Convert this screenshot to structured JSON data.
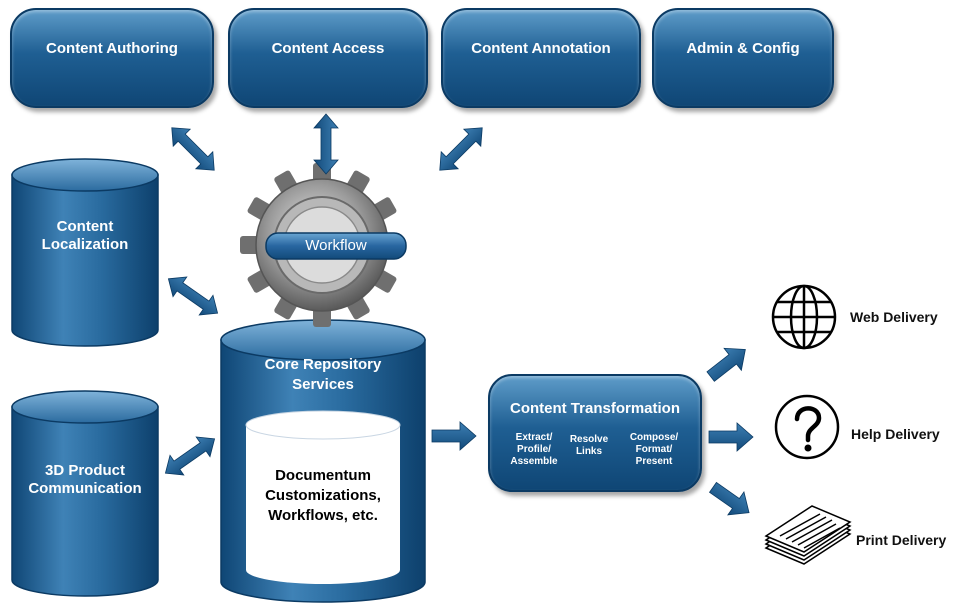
{
  "top_boxes": {
    "authoring": "Content Authoring",
    "access": "Content Access",
    "annotation": "Content Annotation",
    "admin": "Admin & Config"
  },
  "workflow_label": "Workflow",
  "localization": {
    "line1": "Content",
    "line2": "Localization"
  },
  "product3d": {
    "line1": "3D Product",
    "line2": "Communication"
  },
  "core": {
    "title1": "Core Repository",
    "title2": "Services",
    "inner1": "Documentum",
    "inner2": "Customizations,",
    "inner3": "Workflows, etc."
  },
  "transformation": {
    "title": "Content Transformation",
    "col1": [
      "Extract/",
      "Profile/",
      "Assemble"
    ],
    "col2": [
      "Resolve",
      "Links"
    ],
    "col3": [
      "Compose/",
      "Format/",
      "Present"
    ]
  },
  "delivery": {
    "web": "Web Delivery",
    "help": "Help Delivery",
    "print": "Print Delivery"
  },
  "colors": {
    "primary": "#1f5f93",
    "dark": "#0b3a63",
    "light": "#5e9cc9",
    "arrow": "#1d5b8c"
  }
}
